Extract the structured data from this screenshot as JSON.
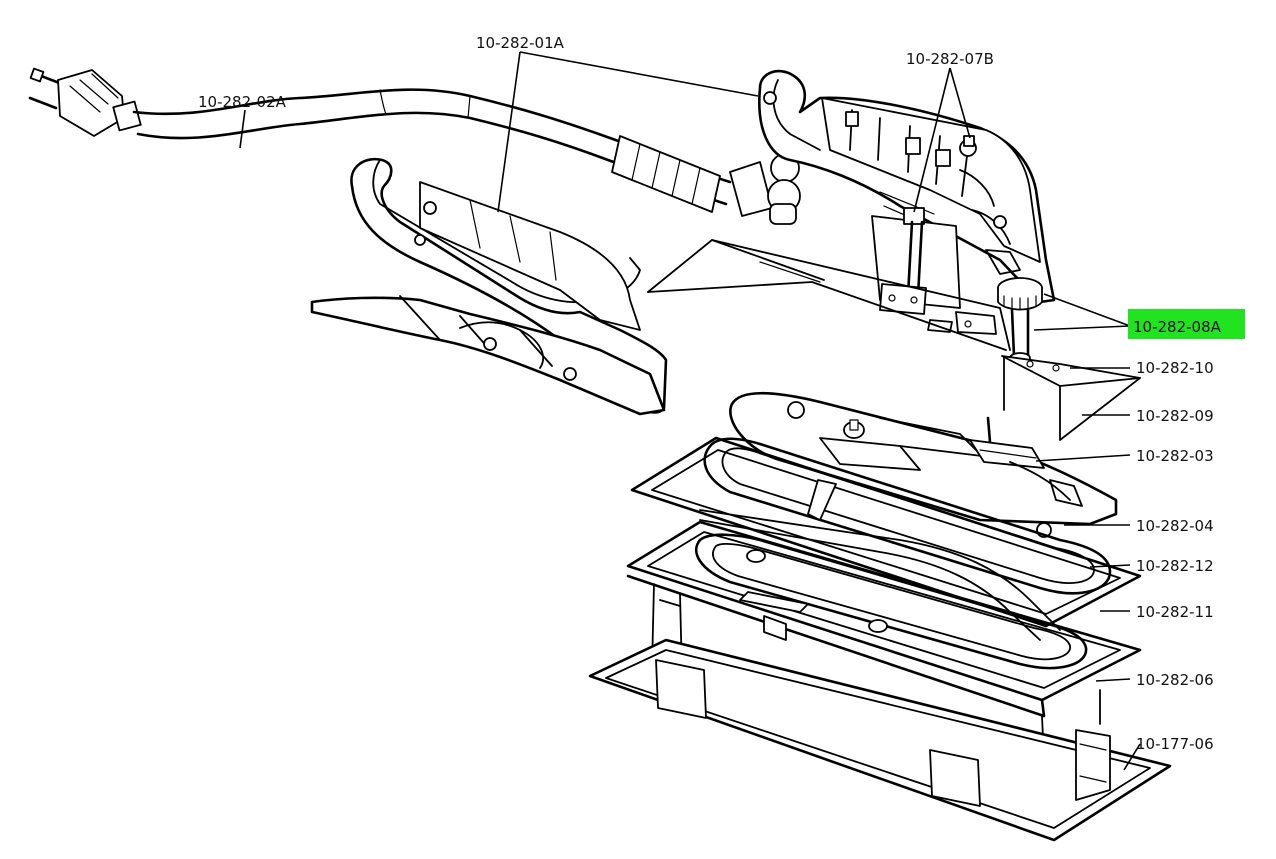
{
  "highlight_color": "#22e31f",
  "labels": {
    "cord": "10-282-02A",
    "handle": "10-282-01A",
    "screws": "10-282-07B",
    "thermostat": "10-282-08A",
    "plate_10": "10-282-10",
    "cover": "10-282-09",
    "switch": "10-282-03",
    "plate_04": "10-282-04",
    "element": "10-282-12",
    "frame": "10-282-11",
    "tray": "10-282-06",
    "base": "10-177-06"
  }
}
